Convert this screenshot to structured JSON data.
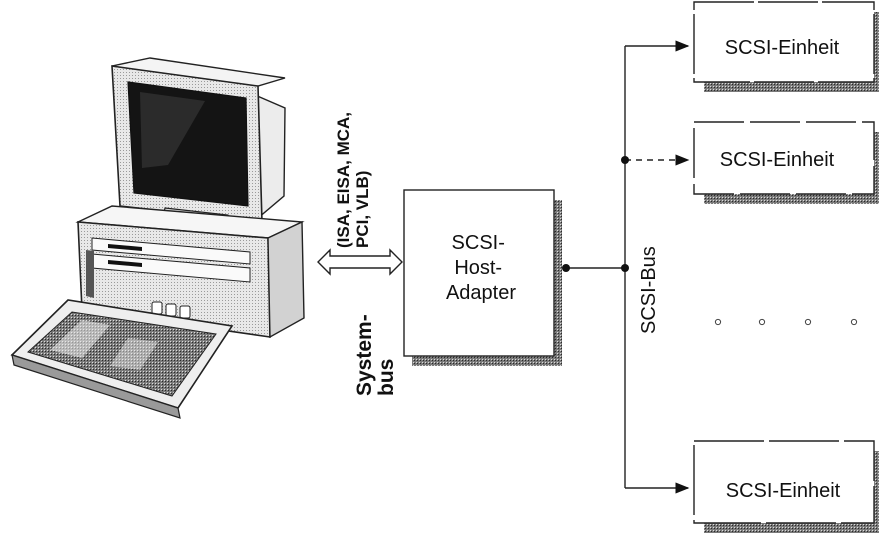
{
  "system_bus": {
    "label_line1": "System-",
    "label_line2": "bus",
    "types_line1": "(ISA, EISA, MCA,",
    "types_line2": "PCI, VLB)"
  },
  "host_adapter": {
    "line1": "SCSI-",
    "line2": "Host-",
    "line3": "Adapter"
  },
  "scsi_bus": {
    "label": "SCSI-Bus"
  },
  "devices": [
    {
      "label": "SCSI-Einheit"
    },
    {
      "label": "SCSI-Einheit"
    },
    {
      "label": "SCSI-Einheit"
    }
  ],
  "ellipsis_icon": "four-dots"
}
